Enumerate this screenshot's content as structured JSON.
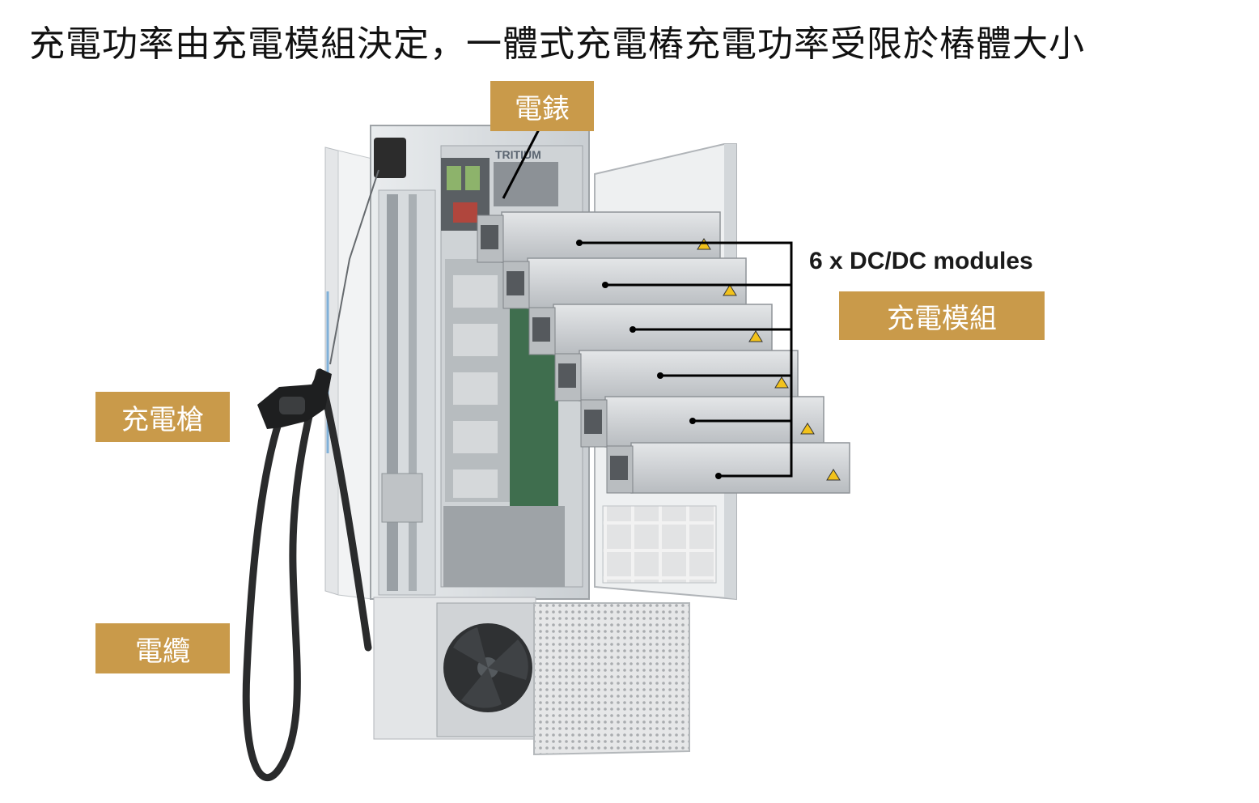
{
  "title": "充電功率由充電模組決定，一體式充電樁充電功率受限於樁體大小",
  "labels": {
    "meter": "電錶",
    "gun": "充電槍",
    "cable": "電纜",
    "module": "充電模組",
    "modules_en": "6 x DC/DC modules",
    "brand": "TRITIUM"
  },
  "colors": {
    "tag_bg": "#c99a4a",
    "tag_text": "#ffffff"
  },
  "module_count": 6
}
